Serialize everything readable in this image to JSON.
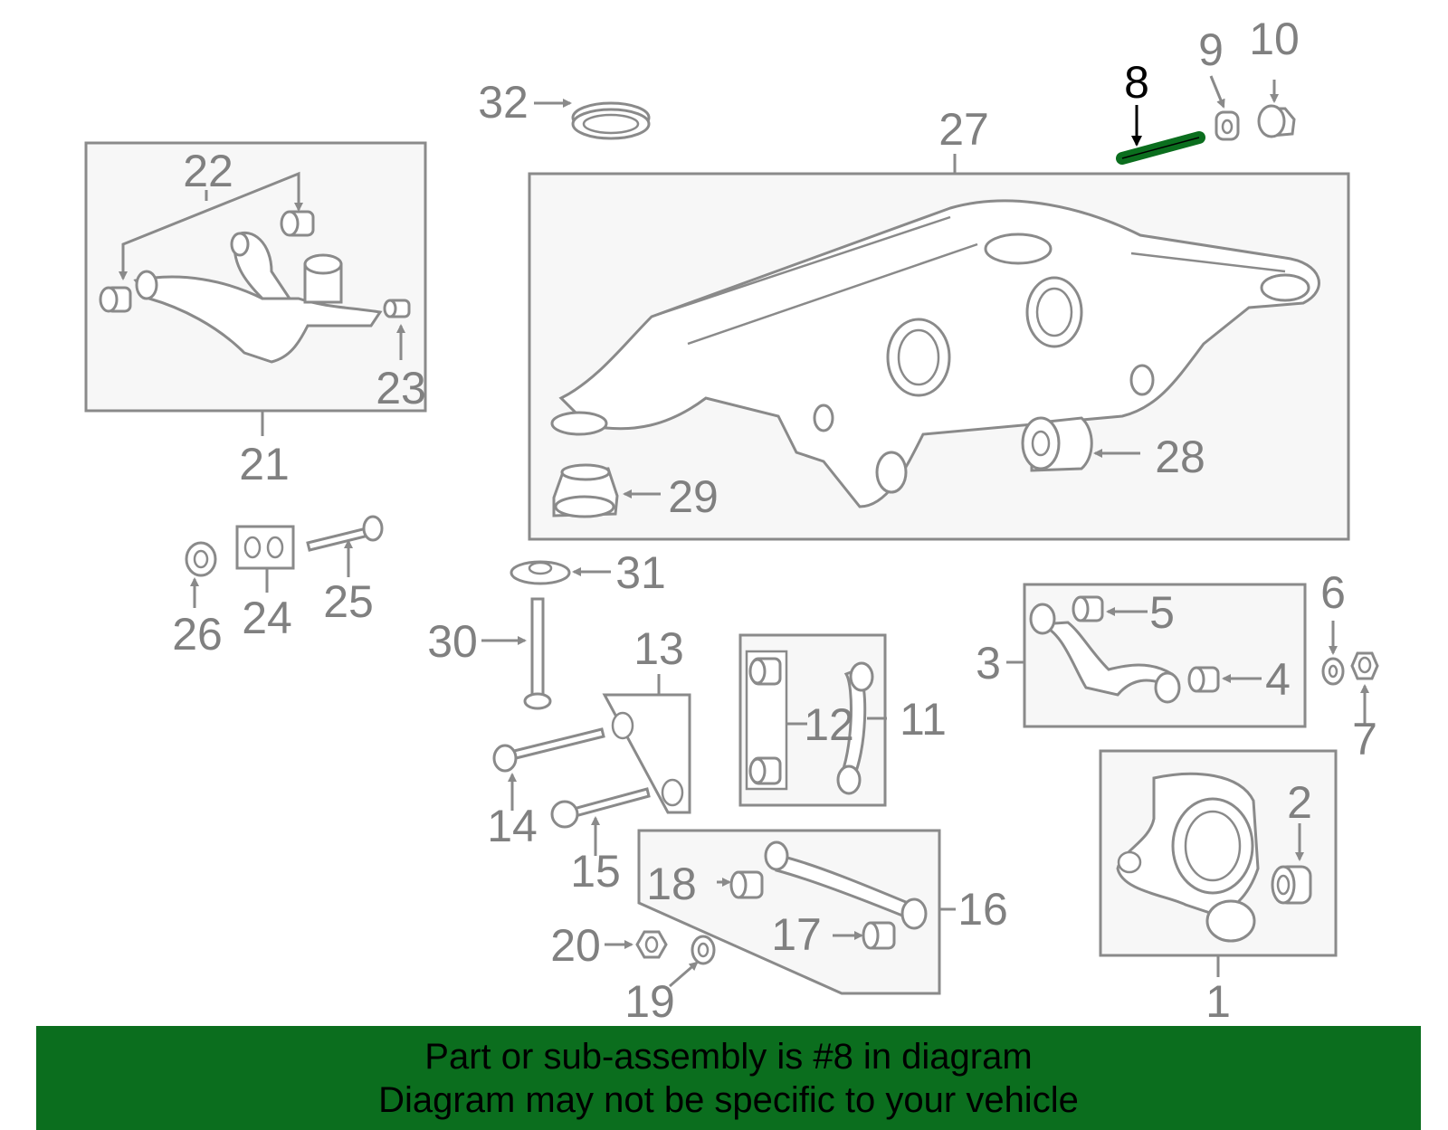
{
  "highlight_color": "#0b6e1e",
  "highlighted_part": "8",
  "labels": {
    "l1": "1",
    "l2": "2",
    "l3": "3",
    "l4": "4",
    "l5": "5",
    "l6": "6",
    "l7": "7",
    "l8": "8",
    "l9": "9",
    "l10": "10",
    "l11": "11",
    "l12": "12",
    "l13": "13",
    "l14": "14",
    "l15": "15",
    "l16": "16",
    "l17": "17",
    "l18": "18",
    "l19": "19",
    "l20": "20",
    "l21": "21",
    "l22": "22",
    "l23": "23",
    "l24": "24",
    "l25": "25",
    "l26": "26",
    "l27": "27",
    "l28": "28",
    "l29": "29",
    "l30": "30",
    "l31": "31",
    "l32": "32"
  },
  "banner": {
    "line1": "Part or sub-assembly is #8 in diagram",
    "line2": "Diagram may not be specific to your vehicle"
  }
}
